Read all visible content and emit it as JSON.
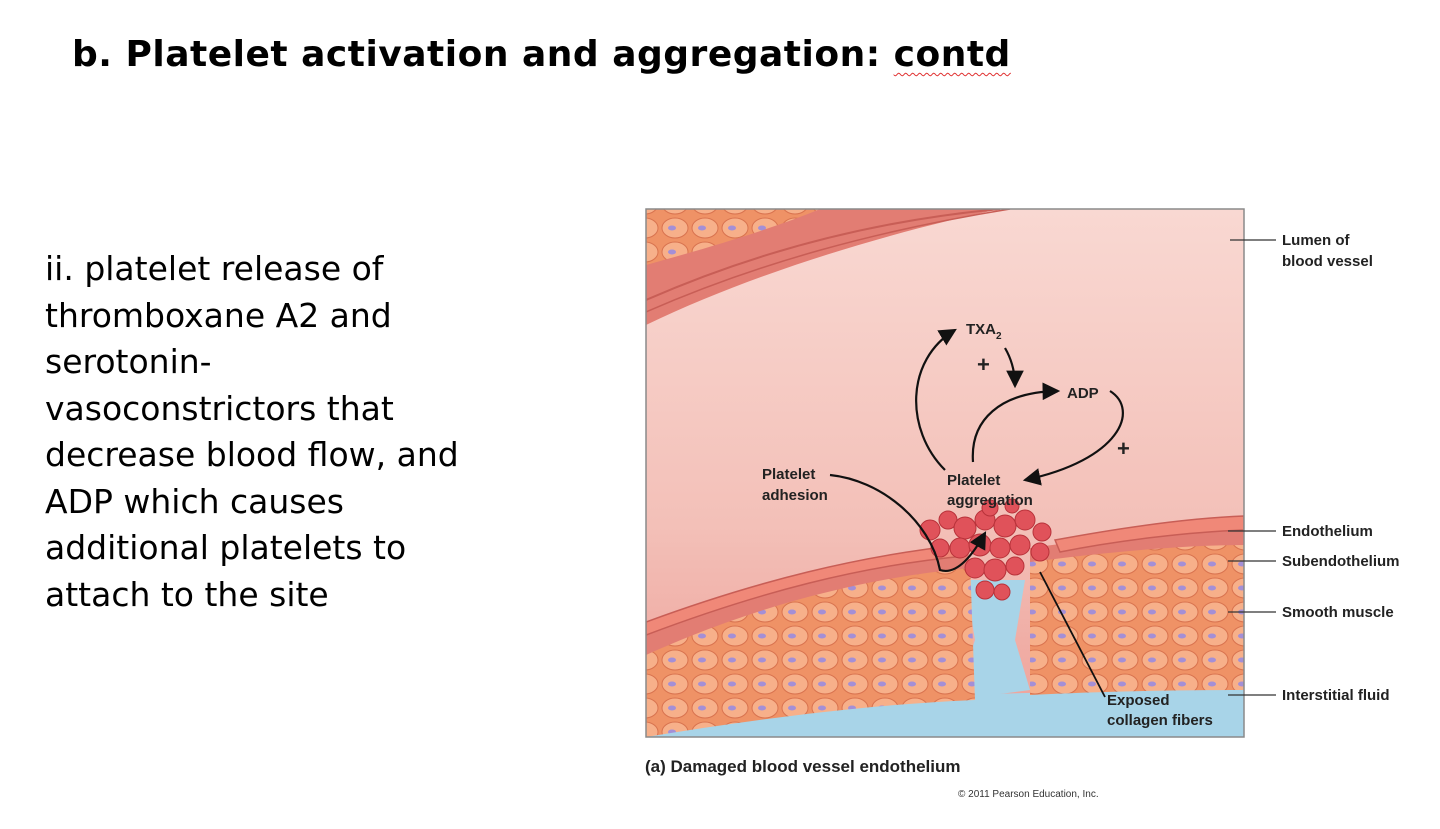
{
  "title": {
    "prefix": "b. Platelet activation and aggregation: ",
    "underlined_word": "contd"
  },
  "body_lines": [
    "ii. platelet release of",
    "thromboxane A2 and",
    "serotonin-",
    "vasoconstrictors that",
    "decrease blood flow, and",
    "ADP which causes",
    "additional platelets to",
    "attach to the site"
  ],
  "figure": {
    "inner_labels": {
      "txa": "TXA",
      "txa_sub": "2",
      "adp": "ADP",
      "plus": "+",
      "platelet_adhesion_line1": "Platelet",
      "platelet_adhesion_line2": "adhesion",
      "platelet_aggregation_line1": "Platelet",
      "platelet_aggregation_line2": "aggregation",
      "exposed_collagen_line1": "Exposed",
      "exposed_collagen_line2": "collagen fibers"
    },
    "side_labels": {
      "lumen_line1": "Lumen of",
      "lumen_line2": "blood vessel",
      "endothelium": "Endothelium",
      "subendothelium": "Subendothelium",
      "smooth_muscle": "Smooth muscle",
      "interstitial_fluid": "Interstitial fluid"
    },
    "caption": "(a) Damaged blood vessel endothelium",
    "copyright": "© 2011 Pearson Education, Inc.",
    "colors": {
      "lumen": "#f4c6c0",
      "wall": "#e27d73",
      "cells": "#f19a6d",
      "nuclei": "#a48fd6",
      "fluid": "#a8d4e8",
      "platelets": "#e0525a"
    }
  }
}
